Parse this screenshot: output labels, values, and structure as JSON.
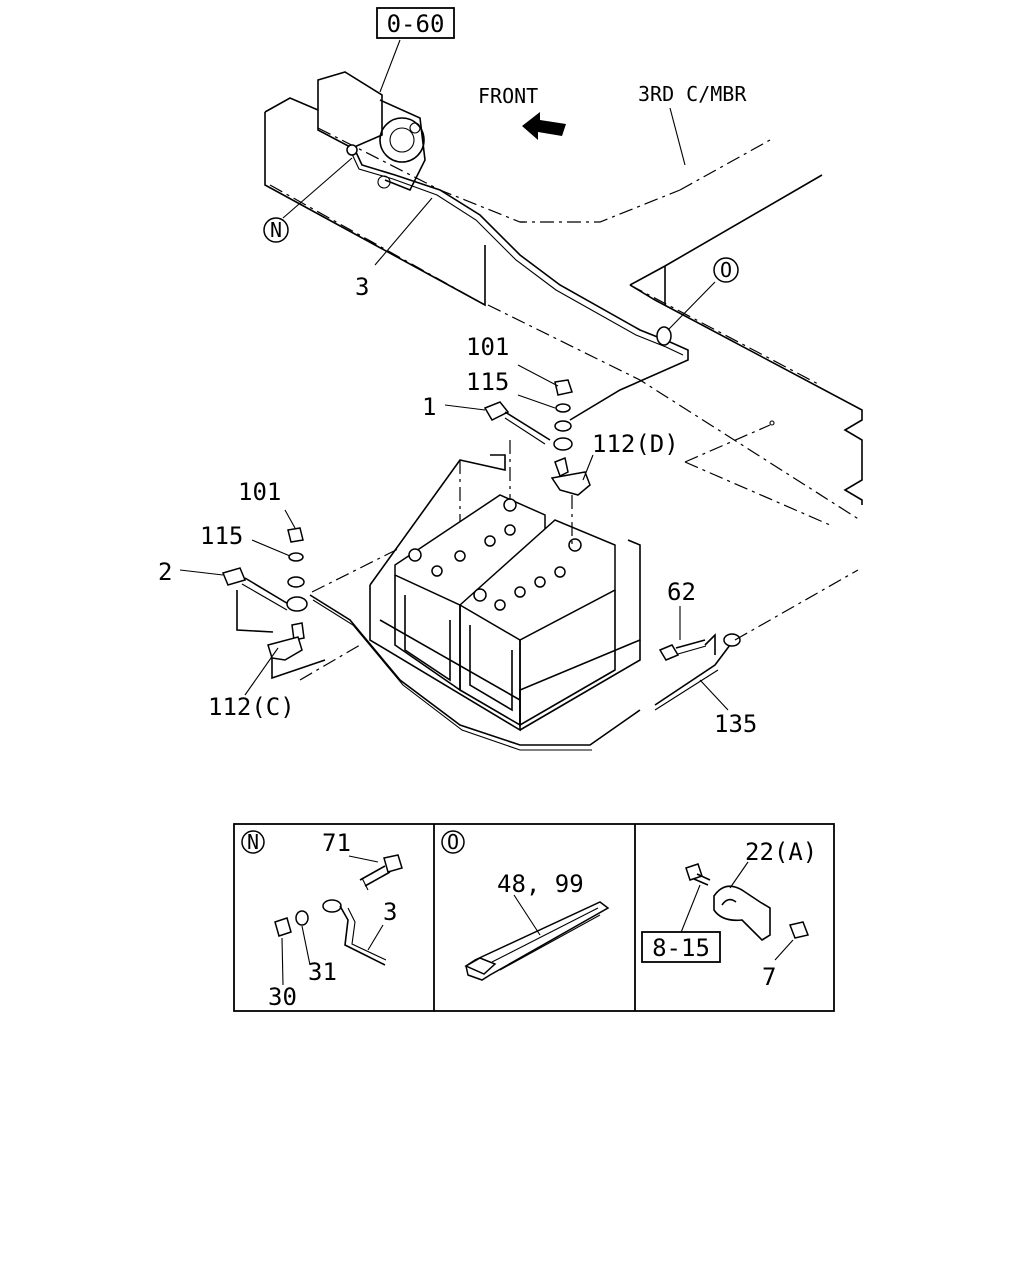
{
  "main_diagram": {
    "ref_box": "0-60",
    "front_label": "FRONT",
    "crossmember_label": "3RD C/MBR",
    "callouts": {
      "detail_n_marker": "N",
      "detail_o_marker": "O",
      "part_3": "3",
      "part_101_top": "101",
      "part_115_top": "115",
      "part_1": "1",
      "part_112d": "112(D)",
      "part_101_left": "101",
      "part_115_left": "115",
      "part_2": "2",
      "part_112c": "112(C)",
      "part_62": "62",
      "part_135": "135"
    }
  },
  "detail_panels": [
    {
      "marker": "N",
      "labels": {
        "a": "71",
        "b": "3",
        "c": "31",
        "d": "30"
      }
    },
    {
      "marker": "O",
      "labels": {
        "a": "48, 99"
      }
    },
    {
      "ref_box": "8-15",
      "labels": {
        "a": "22(A)",
        "b": "7"
      }
    }
  ]
}
